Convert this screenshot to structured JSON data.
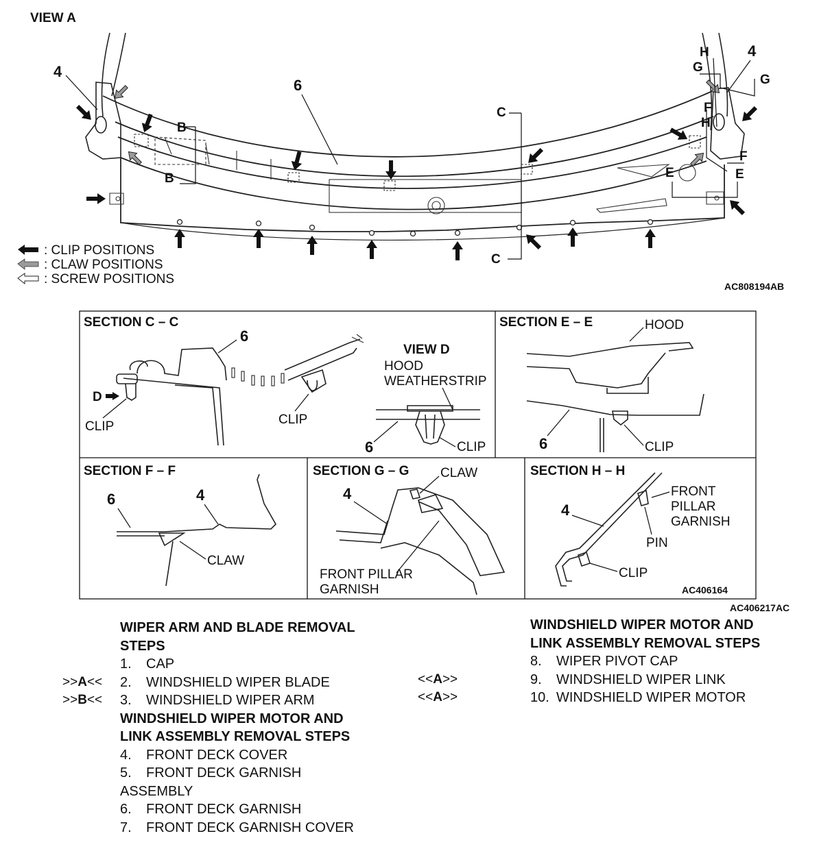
{
  "view_title": "VIEW A",
  "top_figure": {
    "part_labels": {
      "p4_left": "4",
      "p4_right": "4",
      "p6": "6"
    },
    "section_marks": {
      "b": "B",
      "c": "C",
      "e": "E",
      "f": "F",
      "g": "G",
      "h": "H"
    },
    "figure_id": "AC808194AB"
  },
  "legend": [
    {
      "icon": "black-arrow-icon",
      "label": ": CLIP POSITIONS",
      "color": "#111111"
    },
    {
      "icon": "gray-arrow-icon",
      "label": ": CLAW POSITIONS",
      "color": "#9a9a9a"
    },
    {
      "icon": "outline-arrow-icon",
      "label": ": SCREW POSITIONS",
      "color": "#ffffff"
    }
  ],
  "sections": {
    "cc": {
      "title": "SECTION C – C",
      "part": "6",
      "d": "D",
      "clip": "CLIP",
      "view_d": "VIEW D",
      "hood_weatherstrip_1": "HOOD",
      "hood_weatherstrip_2": "WEATHERSTRIP",
      "part_d": "6"
    },
    "ee": {
      "title": "SECTION E – E",
      "hood": "HOOD",
      "part": "6",
      "clip": "CLIP"
    },
    "ff": {
      "title": "SECTION F – F",
      "part6": "6",
      "part4": "4",
      "claw": "CLAW"
    },
    "gg": {
      "title": "SECTION G – G",
      "part4": "4",
      "claw": "CLAW",
      "garnish_1": "FRONT PILLAR",
      "garnish_2": "GARNISH"
    },
    "hh": {
      "title": "SECTION H – H",
      "part4": "4",
      "garnish_1": "FRONT",
      "garnish_2": "PILLAR",
      "garnish_3": "GARNISH",
      "pin": "PIN",
      "clip": "CLIP",
      "figure_id": "AC406164"
    }
  },
  "sections_figure_id": "AC406217AC",
  "steps_left": {
    "header1_a": "WIPER ARM AND BLADE REMOVAL",
    "header1_b": "STEPS",
    "items1": [
      {
        "num": "1.",
        "text": "CAP",
        "ref": ""
      },
      {
        "num": "2.",
        "text": "WINDSHIELD WIPER BLADE",
        "ref_pre": ">>",
        "ref_key": "A",
        "ref_post": "<<"
      },
      {
        "num": "3.",
        "text": "WINDSHIELD WIPER ARM",
        "ref_pre": ">>",
        "ref_key": "B",
        "ref_post": "<<"
      }
    ],
    "header2_a": "WINDSHIELD WIPER MOTOR AND",
    "header2_b": "LINK ASSEMBLY REMOVAL STEPS",
    "items2": [
      {
        "num": "4.",
        "text": "FRONT DECK COVER"
      },
      {
        "num": "5.",
        "text": "FRONT DECK GARNISH",
        "text2": "ASSEMBLY"
      },
      {
        "num": "6.",
        "text": "FRONT DECK GARNISH"
      },
      {
        "num": "7.",
        "text": "FRONT DECK GARNISH COVER"
      }
    ]
  },
  "steps_right": {
    "header_a": "WINDSHIELD WIPER MOTOR AND",
    "header_b": "LINK ASSEMBLY REMOVAL STEPS",
    "items": [
      {
        "num": "8.",
        "text": "WIPER PIVOT CAP"
      },
      {
        "num": "9.",
        "text": "WINDSHIELD WIPER LINK",
        "ref_pre": "<<",
        "ref_key": "A",
        "ref_post": ">>"
      },
      {
        "num": "10.",
        "text": "WINDSHIELD WIPER MOTOR",
        "ref_pre": "<<",
        "ref_key": "A",
        "ref_post": ">>"
      }
    ]
  }
}
